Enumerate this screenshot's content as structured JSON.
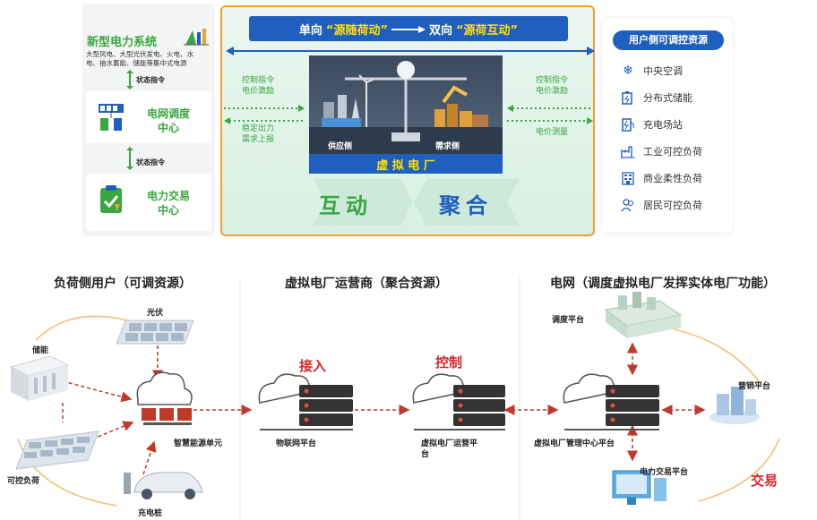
{
  "top": {
    "left": {
      "title": "新型电力系统",
      "desc_line1": "大型风电、大型光伏发电、火电、水",
      "desc_line2": "电、抽水蓄能、储能等集中式电源",
      "status1": "状态指令",
      "grid_center_line1": "电网调度",
      "grid_center_line2": "中心",
      "status2": "状态指令",
      "trade_center_line1": "电力交易",
      "trade_center_line2": "中心"
    },
    "center": {
      "banner_part1": "单向",
      "banner_quote1": "“源随荷动”",
      "banner_part2": "双向",
      "banner_quote2": "“源荷互动”",
      "left_cmd_line1": "控制指令",
      "left_cmd_line2": "电价激励",
      "left_report_line1": "稳定出力",
      "left_report_line2": "需求上报",
      "right_cmd_line1": "控制指令",
      "right_cmd_line2": "电价激励",
      "right_measure": "电价测量",
      "supply": "供应侧",
      "demand": "需求侧",
      "vpp": "虚 拟 电 厂",
      "interact": "互动",
      "aggregate": "聚合"
    },
    "right": {
      "title": "用户侧可调控资源",
      "items": [
        {
          "icon": "snowflake-icon",
          "label": "中央空调"
        },
        {
          "icon": "battery-icon",
          "label": "分布式储能"
        },
        {
          "icon": "charging-icon",
          "label": "充电场站"
        },
        {
          "icon": "factory-icon",
          "label": "工业可控负荷"
        },
        {
          "icon": "building-icon",
          "label": "商业柔性负荷"
        },
        {
          "icon": "people-icon",
          "label": "居民可控负荷"
        }
      ]
    }
  },
  "bottom": {
    "section1": "负荷侧用户（可调资源）",
    "section2": "虚拟电厂运营商（聚合资源）",
    "section3": "电网（调度虚拟电厂发挥实体电厂功能）",
    "pv": "光伏",
    "storage": "储能",
    "controllable_load": "可控负荷",
    "charging_pile": "充电桩",
    "smart_unit": "智慧能源单元",
    "iot": "物联网平台",
    "access": "接入",
    "control": "控制",
    "vpp_operator_line1": "虚拟电厂运营平",
    "vpp_operator_line2": "台",
    "vpp_mgmt": "虚拟电厂管理中心平台",
    "dispatch": "调度平台",
    "marketing": "营销平台",
    "trading_platform": "电力交易平台",
    "trade": "交易"
  },
  "colors": {
    "green": "#3aa640",
    "blue": "#1f5fbf",
    "orange_border": "#f0a030",
    "red": "#d7262b"
  }
}
